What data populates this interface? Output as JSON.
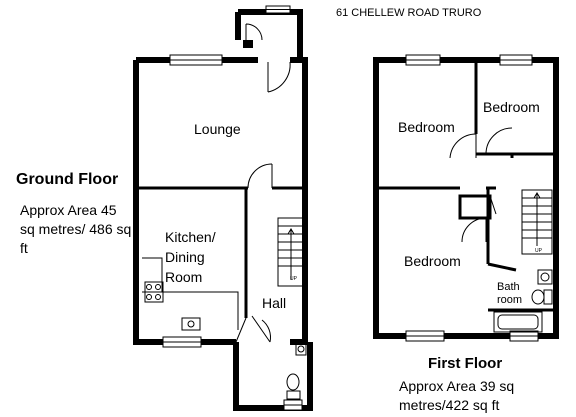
{
  "address": "61 CHELLEW ROAD TRURO",
  "ground_floor": {
    "title": "Ground Floor",
    "area": "Approx Area 45 sq metres/ 486 sq ft",
    "rooms": {
      "lounge": "Lounge",
      "kitchen": "Kitchen/ Dining Room",
      "hall": "Hall"
    },
    "stair_label": "UP"
  },
  "first_floor": {
    "title": "First Floor",
    "area": "Approx Area 39 sq metres/422 sq ft",
    "rooms": {
      "bedroom_1": "Bedroom",
      "bedroom_2": "Bedroom",
      "bedroom_3": "Bedroom",
      "bathroom": "Bath room"
    },
    "stair_label": "UP"
  }
}
